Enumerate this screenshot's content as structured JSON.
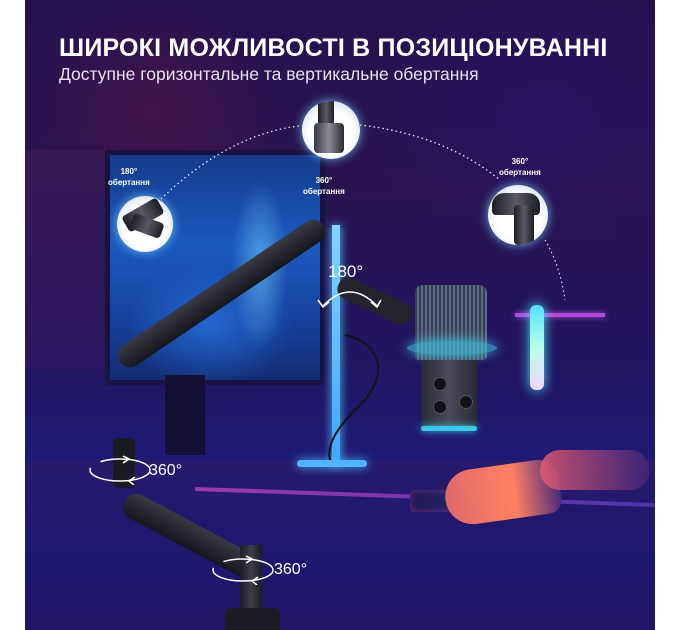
{
  "header": {
    "title": "ШИРОКІ МОЖЛИВОСТІ В ПОЗИЦІОНУВАННІ",
    "subtitle": "Доступне горизонтальне та вертикальне обертання"
  },
  "callouts": [
    {
      "angle": "180°",
      "label": "обертання",
      "icon": "mic-mount-joint-closeup"
    },
    {
      "angle": "360°",
      "label": "обертання",
      "icon": "arm-swivel-closeup"
    },
    {
      "angle": "360°",
      "label": "обертання",
      "icon": "mic-elbow-closeup"
    }
  ],
  "rotation_markers": [
    {
      "label": "180°",
      "icon": "tilt-arrows-icon",
      "position": "mic-mount"
    },
    {
      "label": "360°",
      "icon": "rotate-ccw-icon",
      "position": "elbow-joint"
    },
    {
      "label": "360°",
      "icon": "rotate-ccw-icon",
      "position": "base-pole"
    }
  ],
  "colors": {
    "background": "#24124f",
    "accent_cyan": "#3cc8e6",
    "neon_blue": "#4fb6ff",
    "neon_pink": "#b04ad9",
    "text": "#ffffff"
  }
}
